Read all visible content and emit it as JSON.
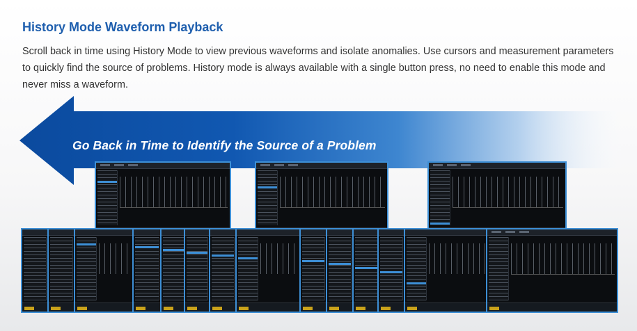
{
  "heading": "History Mode Waveform Playback",
  "description": "Scroll back in time using History Mode to view previous waveforms and isolate anomalies. Use cursors and measurement parameters to quickly find the source of problems. History mode is always available with a single button press, no need to enable this mode and never miss a waveform.",
  "banner": "Go Back in Time to Identify the Source of a Problem",
  "colors": {
    "heading": "#1f5fae",
    "arrow_dark": "#0d4ea3",
    "arrow_light": "#ffffff",
    "window_border": "#3d8fd6",
    "screen_bg": "#0b0d10"
  },
  "icons": {
    "history_arrow": "left-arrow-icon"
  }
}
